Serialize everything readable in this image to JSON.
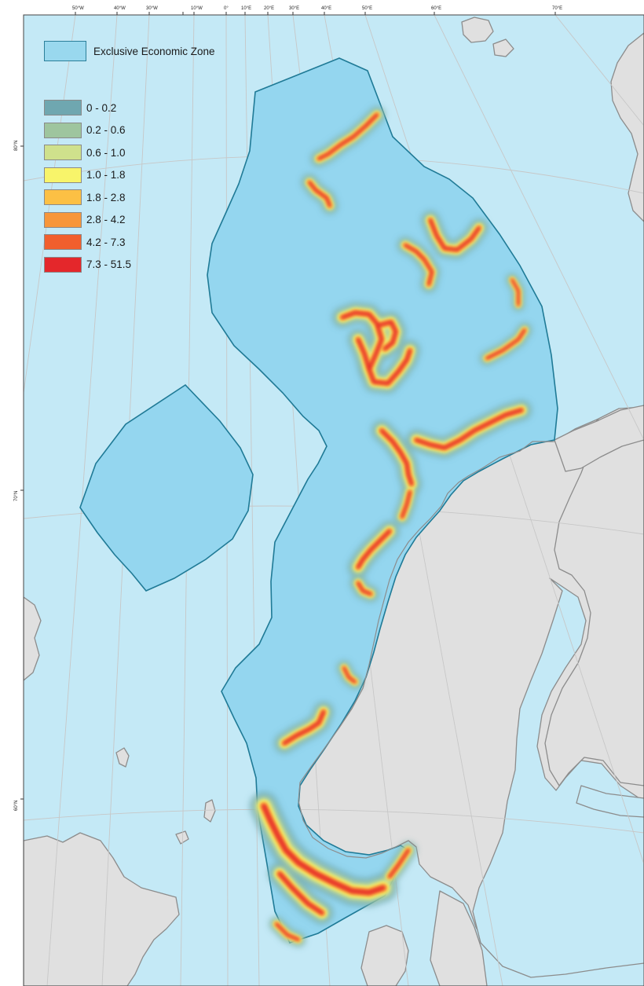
{
  "map": {
    "colors": {
      "sea": "#c4e9f6",
      "land": "#e0e0e0",
      "coast": "#8c8c8c",
      "eez_fill": "#94d6ef",
      "eez_stroke": "#1f7a96",
      "graticule": "#c7c7c7"
    },
    "top_ticks": [
      "50°W",
      "40°W",
      "30°W",
      "10°W",
      "0°",
      "10°E",
      "20°E",
      "30°E",
      "40°E",
      "50°E",
      "60°E",
      "70°E"
    ],
    "left_ticks": [
      "80°N",
      "70°N",
      "60°N"
    ]
  },
  "legend": {
    "eez_label": "Exclusive Economic Zone",
    "classes": [
      {
        "label": "0 - 0.2",
        "color": "#6fa7b0"
      },
      {
        "label": "0.2 - 0.6",
        "color": "#9ec59e"
      },
      {
        "label": "0.6 - 1.0",
        "color": "#cfe18c"
      },
      {
        "label": "1.0 - 1.8",
        "color": "#f8f46a"
      },
      {
        "label": "1.8 - 2.8",
        "color": "#fcc044"
      },
      {
        "label": "2.8 - 4.2",
        "color": "#f7963a"
      },
      {
        "label": "4.2 - 7.3",
        "color": "#f15f2d"
      },
      {
        "label": "7.3 - 51.5",
        "color": "#e4272b"
      }
    ]
  }
}
